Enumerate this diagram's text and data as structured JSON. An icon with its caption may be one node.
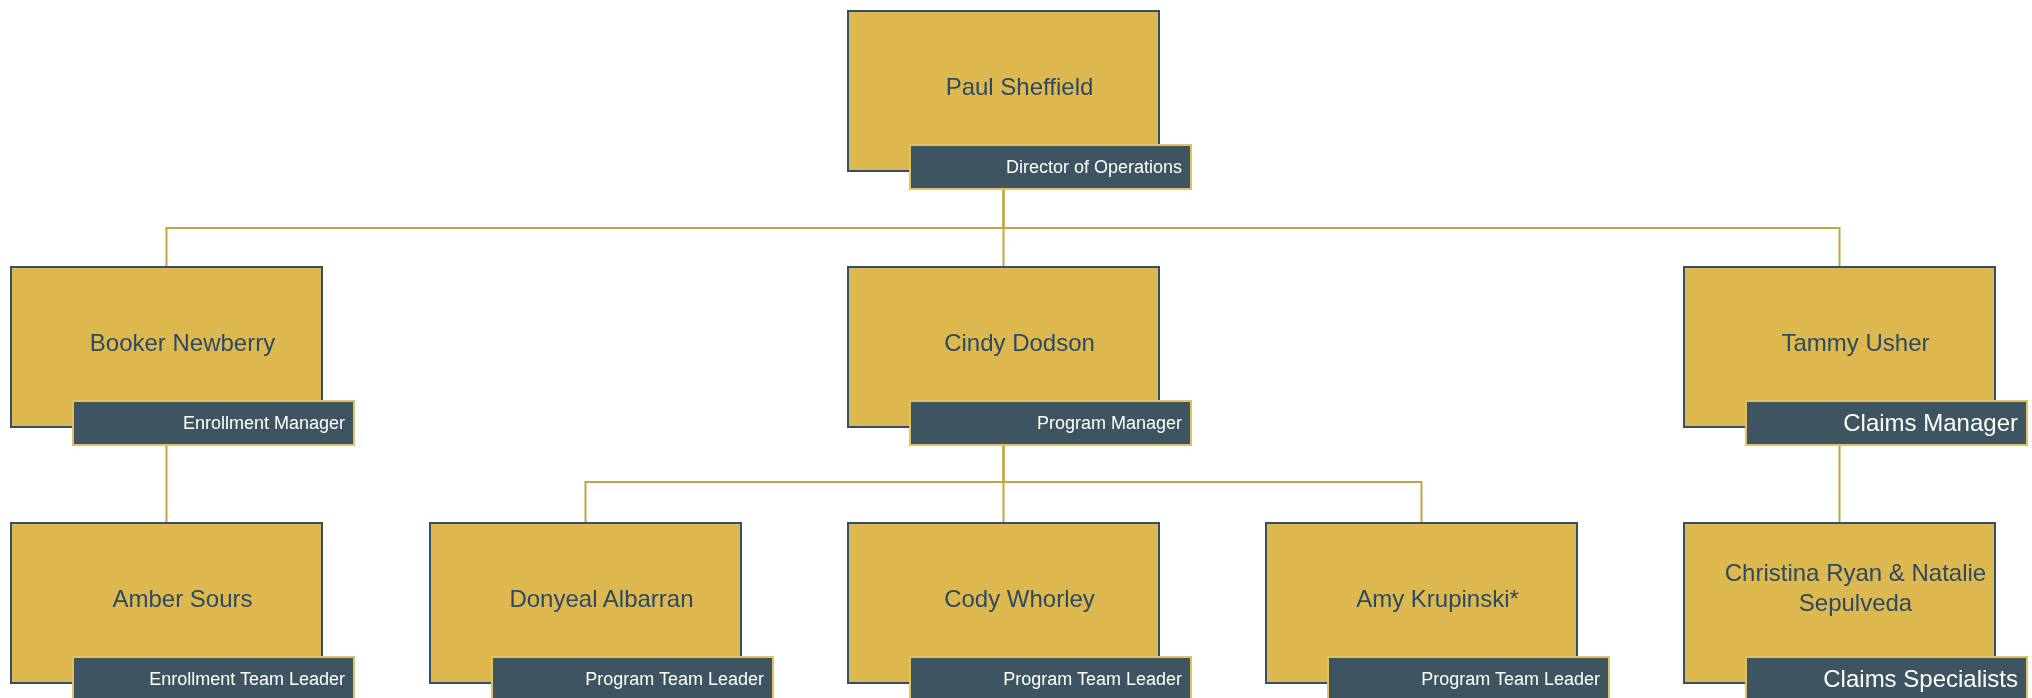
{
  "diagram": {
    "nodes": [
      {
        "text": [
          "Paul Sheffield",
          "Director of Operations"
        ]
      },
      {
        "text": [
          "Booker Newberry",
          "Enrollment Manager"
        ]
      },
      {
        "text": [
          "Cindy Dodson",
          "Program Manager"
        ]
      },
      {
        "text": [
          "Tammy Usher",
          "Claims Manager"
        ]
      },
      {
        "text": [
          "Amber Sours",
          "Enrollment Team Leader"
        ]
      },
      {
        "text": [
          "Donyeal Albarran",
          "Program Team Leader"
        ]
      },
      {
        "text": [
          "Cody Whorley",
          "Program Team Leader"
        ]
      },
      {
        "text": [
          "Amy Krupinski*",
          "Program Team Leader"
        ]
      },
      {
        "text": [
          "Christina Ryan & Natalie Sepulveda",
          "Claims Specialists"
        ]
      }
    ],
    "edges": [
      {
        "from": 0,
        "to": 1,
        "arrow": "none"
      },
      {
        "from": 0,
        "to": 2,
        "arrow": "none"
      },
      {
        "from": 0,
        "to": 3,
        "arrow": "none"
      },
      {
        "from": 1,
        "to": 4,
        "arrow": "none"
      },
      {
        "from": 2,
        "to": 5,
        "arrow": "none"
      },
      {
        "from": 2,
        "to": 6,
        "arrow": "none"
      },
      {
        "from": 2,
        "to": 7,
        "arrow": "none"
      },
      {
        "from": 3,
        "to": 8,
        "arrow": "none"
      }
    ]
  }
}
